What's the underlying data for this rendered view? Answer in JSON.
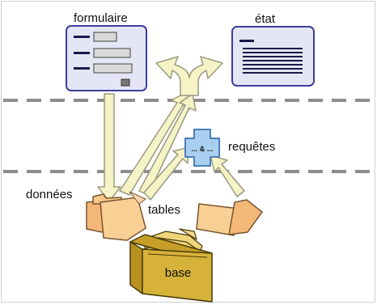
{
  "labels": {
    "formulaire": "formulaire",
    "etat": "état",
    "requetes": "requêtes",
    "requete_symbol": "... & ...",
    "donnees": "données",
    "tables": "tables",
    "base": "base"
  },
  "colors": {
    "window_fill": "#e4e6f5",
    "window_stroke": "#3c3f9a",
    "dash_line": "#8c8c8c",
    "arrow_fill": "#f6f3c6",
    "arrow_stroke": "#9a9a80",
    "plus_fill": "#a9cff0",
    "plus_stroke": "#4a7fb5",
    "folder_fill": "#f7c689",
    "folder_stroke": "#7a5530",
    "cabinet_fill": "#d7b23a",
    "cabinet_stroke": "#4a3a08",
    "frame": "#c8c8c8"
  }
}
